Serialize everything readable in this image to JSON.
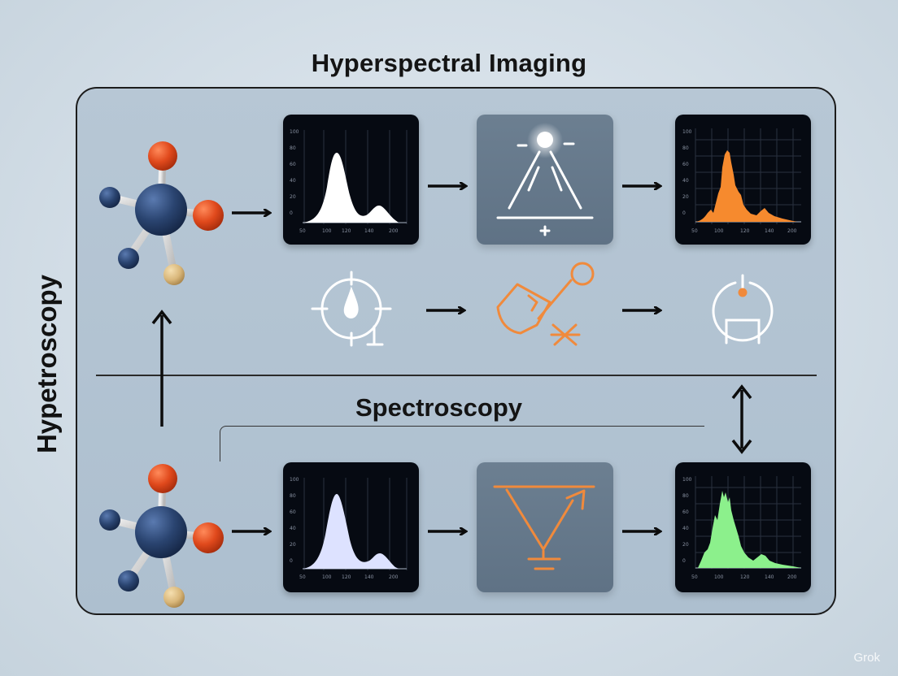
{
  "title": "Hyperspectral Imaging",
  "side_label": "Hypetroscopy",
  "section_label": "Spectroscopy",
  "watermark": "Grok",
  "colors": {
    "panel": "#b4c5d4",
    "molecule_central": "#2a4470",
    "molecule_orange": "#e0491c",
    "molecule_navy": "#233c66",
    "molecule_tan": "#d9b77a",
    "spectrum_white": "#ffffff",
    "spectrum_orange": "#f68a2e",
    "spectrum_lavender": "#dde2ff",
    "spectrum_green": "#8cf08c",
    "accent_orange": "#f08a3c"
  },
  "icons": [
    "molecule-icon",
    "spectrum-chart-icon",
    "light-cone-icon",
    "crosshair-drop-icon",
    "probe-icon",
    "detector-icon",
    "prism-icon"
  ]
}
